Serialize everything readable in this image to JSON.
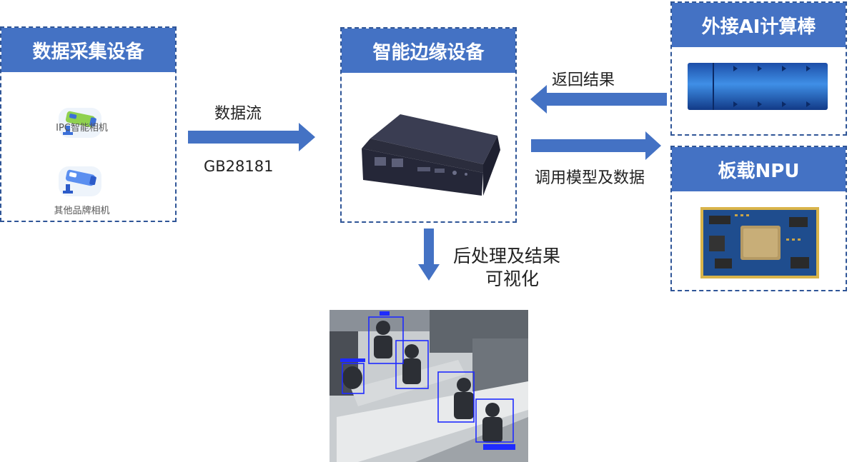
{
  "collection": {
    "title": "数据采集设备",
    "cameras": [
      {
        "label": "IPC智能相机",
        "icon": "security-camera-icon"
      },
      {
        "label": "其他品牌相机",
        "icon": "security-camera-icon"
      }
    ]
  },
  "edge": {
    "title": "智能边缘设备"
  },
  "ai_stick": {
    "title": "外接AI计算棒"
  },
  "npu": {
    "title": "板载NPU"
  },
  "arrows": {
    "stream_top": "数据流",
    "stream_bottom": "GB28181",
    "return_label": "返回结果",
    "call_label": "调用模型及数据",
    "post_line1": "后处理及结果",
    "post_line2": "可视化"
  },
  "colors": {
    "accent": "#4472c4",
    "border": "#2f5597",
    "detection_box": "#1f2bff"
  }
}
